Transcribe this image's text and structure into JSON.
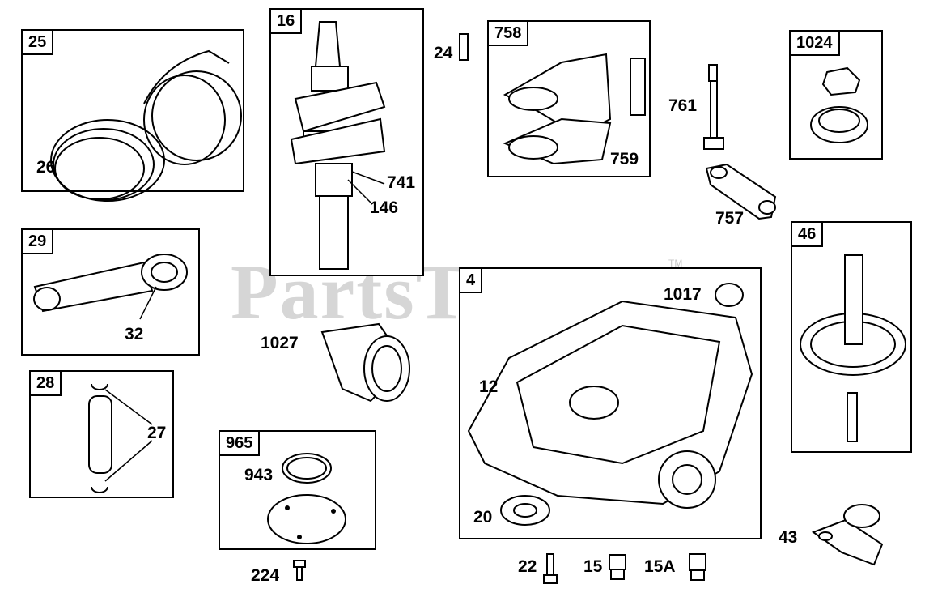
{
  "watermark": {
    "text": "PartsTree",
    "trademark": "TM"
  },
  "groups": {
    "g25": "25",
    "g16": "16",
    "g758": "758",
    "g1024": "1024",
    "g29": "29",
    "g4": "4",
    "g46": "46",
    "g28": "28",
    "g965": "965"
  },
  "labels": {
    "l26": "26",
    "l24": "24",
    "l741": "741",
    "l146": "146",
    "l759": "759",
    "l761": "761",
    "l757": "757",
    "l32": "32",
    "l1027": "1027",
    "l1017": "1017",
    "l12": "12",
    "l27": "27",
    "l943": "943",
    "l20": "20",
    "l224": "224",
    "l22": "22",
    "l15": "15",
    "l15a": "15A",
    "l43": "43"
  }
}
